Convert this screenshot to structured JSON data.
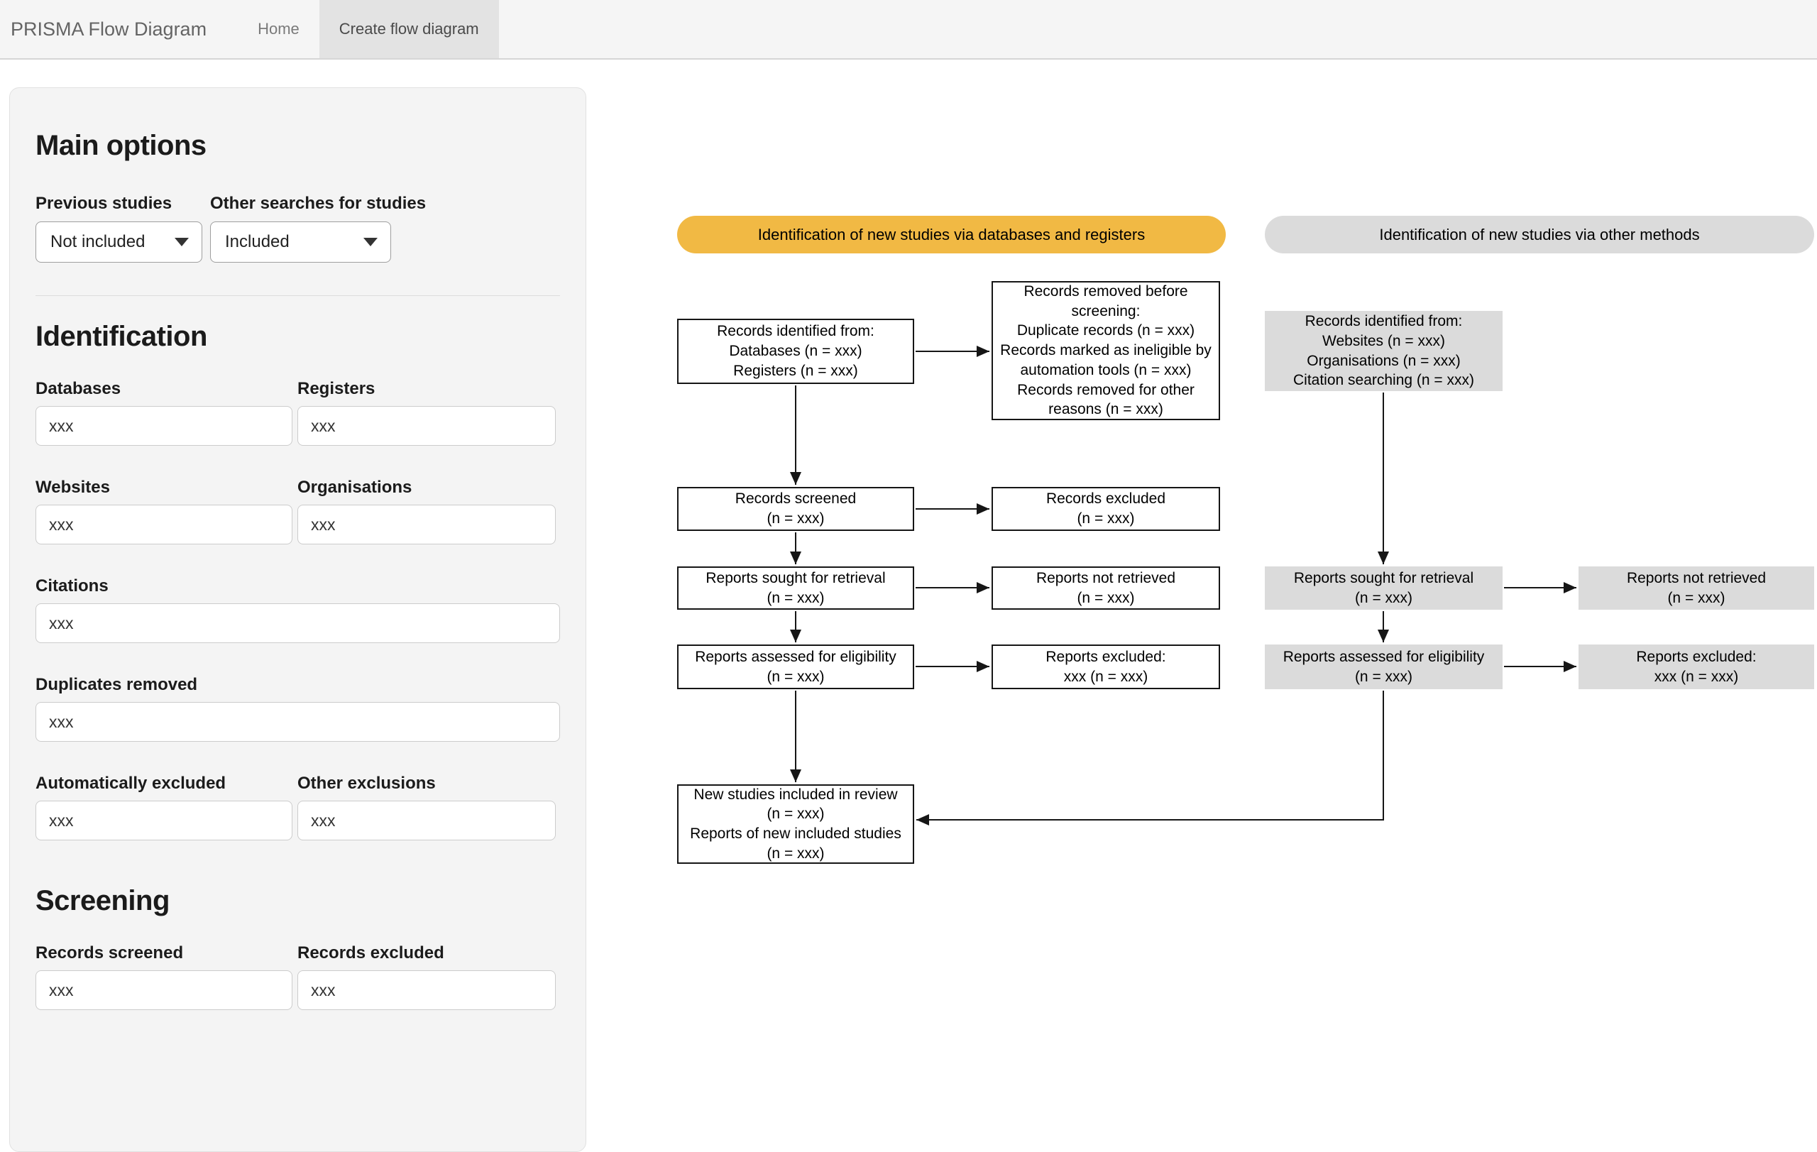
{
  "navbar": {
    "title": "PRISMA Flow Diagram",
    "tabs": [
      {
        "label": "Home",
        "active": false
      },
      {
        "label": "Create flow diagram",
        "active": true
      }
    ]
  },
  "sidebar": {
    "heading": "Main options",
    "previous_studies": {
      "label": "Previous studies",
      "value": "Not included"
    },
    "other_searches": {
      "label": "Other searches for studies",
      "value": "Included"
    },
    "identification": {
      "heading": "Identification",
      "databases": {
        "label": "Databases",
        "value": "xxx"
      },
      "registers": {
        "label": "Registers",
        "value": "xxx"
      },
      "websites": {
        "label": "Websites",
        "value": "xxx"
      },
      "organisations": {
        "label": "Organisations",
        "value": "xxx"
      },
      "citations": {
        "label": "Citations",
        "value": "xxx"
      },
      "duplicates": {
        "label": "Duplicates removed",
        "value": "xxx"
      },
      "auto_excluded": {
        "label": "Automatically excluded",
        "value": "xxx"
      },
      "other_exclusions": {
        "label": "Other exclusions",
        "value": "xxx"
      }
    },
    "screening": {
      "heading": "Screening",
      "records_screened": {
        "label": "Records screened",
        "value": "xxx"
      },
      "records_excluded": {
        "label": "Records excluded",
        "value": "xxx"
      }
    }
  },
  "diagram": {
    "banners": {
      "databases": "Identification of new studies via databases and registers",
      "other": "Identification of new studies via other methods"
    },
    "db_flow": {
      "identified": "Records identified from:\nDatabases (n = xxx)\nRegisters (n = xxx)",
      "removed": "Records removed before screening:\nDuplicate records (n = xxx)\nRecords marked as ineligible by automation tools (n = xxx)\nRecords removed for other reasons (n = xxx)",
      "screened": "Records screened\n(n = xxx)",
      "excluded": "Records excluded\n(n = xxx)",
      "sought": "Reports sought for retrieval\n(n = xxx)",
      "not_retrieved": "Reports not retrieved\n(n = xxx)",
      "assessed": "Reports assessed for eligibility\n(n = xxx)",
      "reports_excluded": "Reports excluded:\nxxx (n = xxx)",
      "included": "New studies included in review\n(n = xxx)\nReports of new included studies\n(n = xxx)"
    },
    "other_flow": {
      "identified": "Records identified from:\nWebsites (n = xxx)\nOrganisations (n = xxx)\nCitation searching (n = xxx)",
      "sought": "Reports sought for retrieval\n(n = xxx)",
      "not_retrieved": "Reports not retrieved\n(n = xxx)",
      "assessed": "Reports assessed for eligibility\n(n = xxx)",
      "reports_excluded": "Reports excluded:\nxxx (n = xxx)"
    }
  },
  "colors": {
    "banner_yellow": "#f1b944",
    "box_gray": "#dbdbdb",
    "navbar_bg": "#f5f5f5",
    "panel_bg": "#f4f4f4"
  }
}
